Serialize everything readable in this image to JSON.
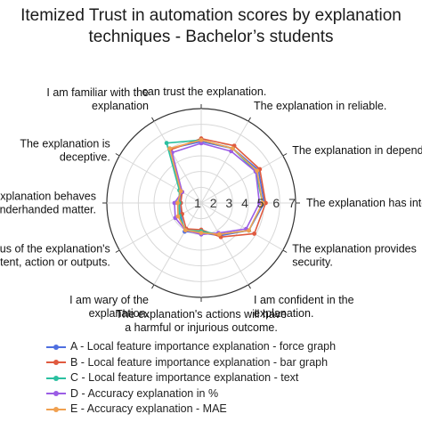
{
  "chart_data": {
    "type": "radar",
    "title_lines": [
      "Itemized Trust in automation scores by explanation",
      "techniques - Bachelor’s students"
    ],
    "r_range": [
      1,
      7
    ],
    "r_ticks": [
      "1",
      "2",
      "3",
      "4",
      "5",
      "6",
      "7"
    ],
    "grid": true,
    "legend_position": "bottom",
    "axes": [
      {
        "lines": [
          "I can trust the explanation."
        ]
      },
      {
        "lines": [
          "The explanation in reliable."
        ]
      },
      {
        "lines": [
          "The explanation in dependable."
        ]
      },
      {
        "lines": [
          "The explanation has integrity."
        ]
      },
      {
        "lines": [
          "The explanation provides",
          "security."
        ]
      },
      {
        "lines": [
          "I am confident in the",
          "explanation."
        ]
      },
      {
        "lines": [
          "The explanation's actions will have",
          "a harmful or injurious outcome."
        ]
      },
      {
        "lines": [
          "I am wary of the",
          "explanation."
        ]
      },
      {
        "lines": [
          "I am suspicious of the explanation's",
          "intent, action or outputs."
        ]
      },
      {
        "lines": [
          "The explanation behaves",
          "in an underhanded matter."
        ]
      },
      {
        "lines": [
          "The explanation is",
          "deceptive."
        ]
      },
      {
        "lines": [
          "I am familiar with the",
          "explanation"
        ]
      }
    ],
    "series": [
      {
        "name": "A - Local feature importance explanation - force graph",
        "color": "#4f6fe0",
        "values": [
          4.9,
          5.0,
          5.2,
          5.0,
          4.5,
          3.4,
          2.9,
          3.1,
          2.5,
          2.3,
          2.5,
          5.0
        ]
      },
      {
        "name": "B - Local feature importance explanation - bar graph",
        "color": "#e05a3f",
        "values": [
          5.1,
          5.2,
          5.3,
          5.1,
          4.9,
          3.5,
          2.7,
          2.9,
          2.4,
          2.3,
          2.4,
          4.9
        ]
      },
      {
        "name": "C - Local feature importance explanation - text",
        "color": "#2bc0a0",
        "values": [
          5.0,
          5.0,
          5.0,
          4.9,
          4.5,
          3.3,
          2.8,
          3.0,
          2.6,
          2.4,
          2.6,
          5.4
        ]
      },
      {
        "name": "D - Accuracy explanation in %",
        "color": "#9b5de5",
        "values": [
          4.8,
          4.8,
          5.0,
          4.7,
          4.3,
          3.2,
          3.0,
          3.0,
          2.9,
          2.7,
          2.4,
          4.7
        ]
      },
      {
        "name": "E - Accuracy explanation - MAE",
        "color": "#f0a050",
        "values": [
          5.0,
          5.0,
          5.1,
          4.9,
          4.5,
          3.3,
          2.9,
          3.0,
          2.7,
          2.5,
          2.5,
          5.0
        ]
      }
    ]
  }
}
